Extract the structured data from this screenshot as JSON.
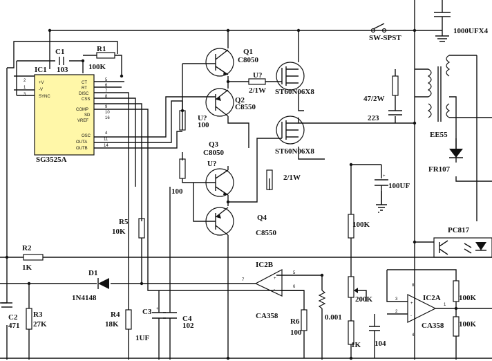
{
  "ic1": {
    "ref": "IC1",
    "part": "SG3525A",
    "left_pins": [
      {
        "num": "2",
        "name": "+V"
      },
      {
        "num": "1",
        "name": "-V"
      },
      {
        "num": "3",
        "name": "SYNC"
      }
    ],
    "right_pins": [
      {
        "name": "CT",
        "num": "5"
      },
      {
        "name": "RT",
        "num": "6"
      },
      {
        "name": "DISC",
        "num": "7"
      },
      {
        "name": "CSS",
        "num": "8"
      },
      {
        "name": "COMP",
        "num": "9"
      },
      {
        "name": "SD",
        "num": "10"
      },
      {
        "name": "VREF",
        "num": "16"
      },
      {
        "name": "OSC",
        "num": "4"
      },
      {
        "name": "OUTA",
        "num": "11"
      },
      {
        "name": "OUTB",
        "num": "14"
      }
    ]
  },
  "labels": {
    "c1": "C1",
    "c1_value": "103",
    "r1": "R1",
    "r1_value": "100K",
    "q1": "Q1",
    "q1_part": "C8050",
    "q2": "Q2",
    "q2_part": "C8550",
    "q3": "Q3",
    "q3_part": "C8050",
    "q4": "Q4",
    "q4_part": "C8550",
    "u_top": "U?",
    "u_top_value": "2/1W",
    "u_left": "U?",
    "u_left_value": "100",
    "u_mid": "U?",
    "r_100": "100",
    "r_2_1w": "2/1W",
    "mosfet1": "ST60N06X8",
    "mosfet2": "ST60N06X8",
    "sw": "SW-SPST",
    "cap_big": "1000UFX4",
    "r_47": "47/2W",
    "c_223": "223",
    "transformer": "EE55",
    "diode_fr": "FR107",
    "cap_100uf": "100UF",
    "r_100k_mid": "100K",
    "opto": "PC817",
    "r5": "R5",
    "r5_value": "10K",
    "r2": "R2",
    "r2_value": "1K",
    "d1": "D1",
    "d1_part": "1N4148",
    "ic2b": "IC2B",
    "ic2b_part": "CA358",
    "ic2b_out": "7",
    "ic2b_in_p": "5",
    "ic2b_in_n": "6",
    "r6": "R6",
    "r6_value": "100",
    "r_shunt": "0.001",
    "pot": "200K",
    "r_1k": "1K",
    "c_104": "104",
    "ic2a": "IC2A",
    "ic2a_part": "CA358",
    "ic2a_in_p": "3",
    "ic2a_in_n": "2",
    "ic2a_out": "1",
    "ic2a_vcc": "8",
    "ic2a_gnd": "4",
    "r_100k_a": "100K",
    "r_100k_b": "100K",
    "c2": "C2",
    "c2_value": "471",
    "r3": "R3",
    "r3_value": "27K",
    "r4": "R4",
    "r4_value": "18K",
    "c3": "C3",
    "c3_value": "1UF",
    "c4": "C4",
    "c4_value": "102"
  }
}
